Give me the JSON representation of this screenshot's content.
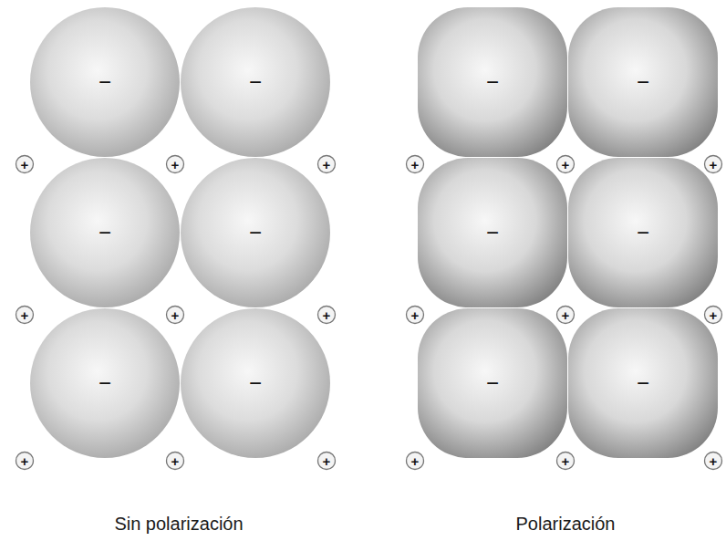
{
  "diagram": {
    "nodes": [
      {
        "text": [
          "−"
        ]
      },
      {
        "text": [
          "−"
        ]
      },
      {
        "text": [
          "+"
        ]
      },
      {
        "text": [
          "+"
        ]
      },
      {
        "text": [
          "+"
        ]
      },
      {
        "text": [
          "−"
        ]
      },
      {
        "text": [
          "−"
        ]
      },
      {
        "text": [
          "+"
        ]
      },
      {
        "text": [
          "+"
        ]
      },
      {
        "text": [
          "+"
        ]
      },
      {
        "text": [
          "−"
        ]
      },
      {
        "text": [
          "−"
        ]
      },
      {
        "text": [
          "+"
        ]
      },
      {
        "text": [
          "+"
        ]
      },
      {
        "text": [
          "+"
        ]
      },
      {
        "text": [
          "−"
        ]
      },
      {
        "text": [
          "−"
        ]
      },
      {
        "text": [
          "+"
        ]
      },
      {
        "text": [
          "+"
        ]
      },
      {
        "text": [
          "+"
        ]
      },
      {
        "text": [
          "−"
        ]
      },
      {
        "text": [
          "−"
        ]
      },
      {
        "text": [
          "+"
        ]
      },
      {
        "text": [
          "+"
        ]
      },
      {
        "text": [
          "+"
        ]
      },
      {
        "text": [
          "−"
        ]
      },
      {
        "text": [
          "−"
        ]
      },
      {
        "text": [
          "+"
        ]
      },
      {
        "text": [
          "+"
        ]
      },
      {
        "text": [
          "+"
        ]
      }
    ],
    "labels": [
      "Sin polarización",
      "Polarización"
    ]
  }
}
